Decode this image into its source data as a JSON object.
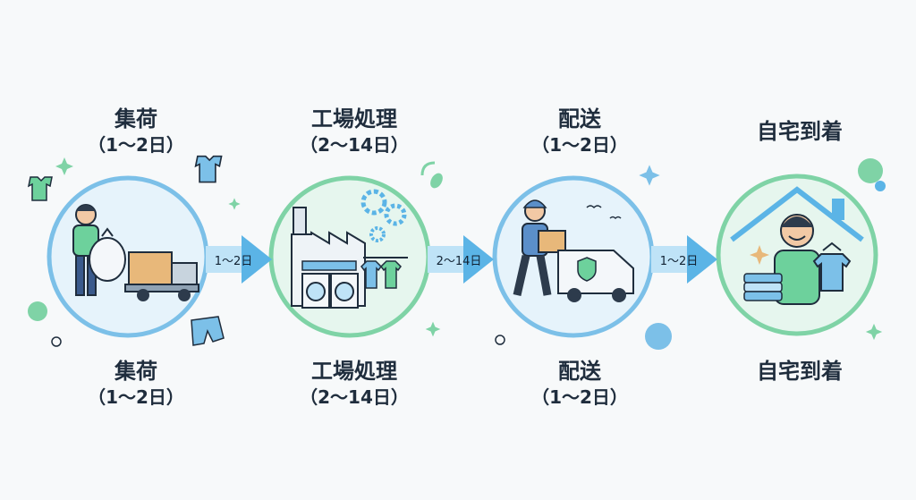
{
  "stages": [
    {
      "id": "pickup",
      "title": "集荷",
      "days": "（1〜2日）",
      "arrow": "1〜2日"
    },
    {
      "id": "factory",
      "title": "工場処理",
      "days": "（2〜14日）",
      "arrow": "2〜14日"
    },
    {
      "id": "delivery",
      "title": "配送",
      "days": "（1〜2日）",
      "arrow": "1〜2日"
    },
    {
      "id": "home",
      "title": "自宅到着",
      "days": ""
    }
  ],
  "colors": {
    "blue_ring": "#7cc0e8",
    "green_ring": "#7fd3a6",
    "arrow_fill": "#5bb4e6",
    "arrow_label_bg": "#bfe3f7",
    "accent_green": "#5ccb93",
    "accent_blue": "#5bb4e6"
  }
}
